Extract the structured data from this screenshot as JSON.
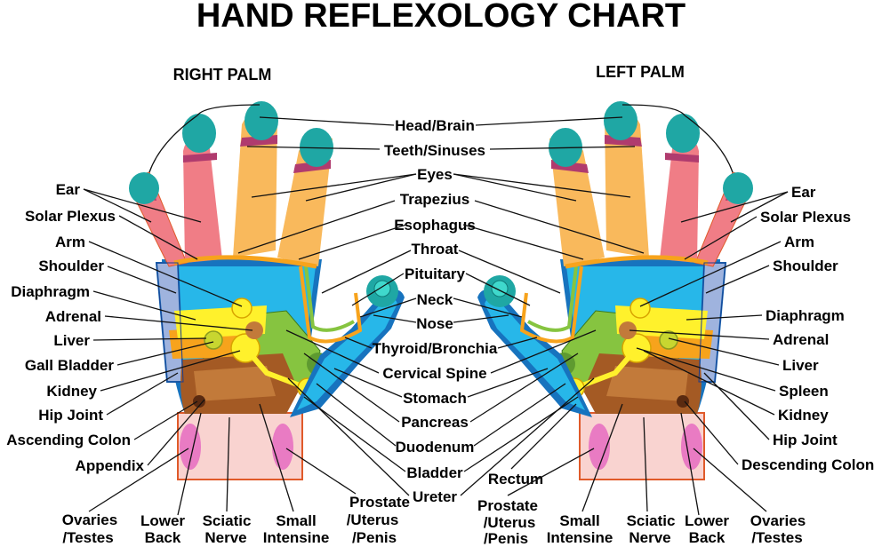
{
  "title": "HAND REFLEXOLOGY CHART",
  "right_palm_title": "RIGHT PALM",
  "left_palm_title": "LEFT PALM",
  "center_labels": [
    "Head/Brain",
    "Teeth/Sinuses",
    "Eyes",
    "Trapezius",
    "Esophagus",
    "Throat",
    "Pituitary",
    "Neck",
    "Nose",
    "Thyroid/Bronchia",
    "Cervical Spine",
    "Stomach",
    "Pancreas",
    "Duodenum",
    "Bladder",
    "Ureter",
    "Rectum"
  ],
  "left_side_labels": [
    "Ear",
    "Solar Plexus",
    "Arm",
    "Shoulder",
    "Diaphragm",
    "Adrenal",
    "Liver",
    "Gall Bladder",
    "Kidney",
    "Hip Joint",
    "Ascending Colon",
    "Appendix"
  ],
  "right_side_labels": [
    "Ear",
    "Solar Plexus",
    "Arm",
    "Shoulder",
    "Diaphragm",
    "Adrenal",
    "Liver",
    "Spleen",
    "Kidney",
    "Hip Joint",
    "Descending Colon"
  ],
  "bottom_left_labels": [
    [
      "Ovaries",
      "/Testes"
    ],
    [
      "Lower",
      "Back"
    ],
    [
      "Sciatic",
      "Nerve"
    ],
    [
      "Small",
      "Intensine"
    ],
    [
      "Prostate",
      "/Uterus",
      "/Penis"
    ]
  ],
  "bottom_right_labels": [
    [
      "Prostate",
      "/Uterus",
      "/Penis"
    ],
    [
      "Small",
      "Intensine"
    ],
    [
      "Sciatic",
      "Nerve"
    ],
    [
      "Lower",
      "Back"
    ],
    [
      "Ovaries",
      "/Testes"
    ]
  ],
  "colors": {
    "finger_tip": "#1fa7a4",
    "finger_band": "#b03b6e",
    "finger_yellow": "#f9b95c",
    "finger_pink": "#f07d86",
    "finger_pink_light": "#f6a0a4",
    "palm_blue": "#27b7e9",
    "palm_dark_blue": "#1773be",
    "palm_lilac": "#9fb3de",
    "palm_green": "#86c440",
    "palm_orange": "#f7a31c",
    "palm_yellow": "#fff12c",
    "palm_brown": "#a45a24",
    "wrist_pink": "#f9d3d0",
    "wrist_magenta": "#e97bc3",
    "outline": "#1c3e8f"
  }
}
